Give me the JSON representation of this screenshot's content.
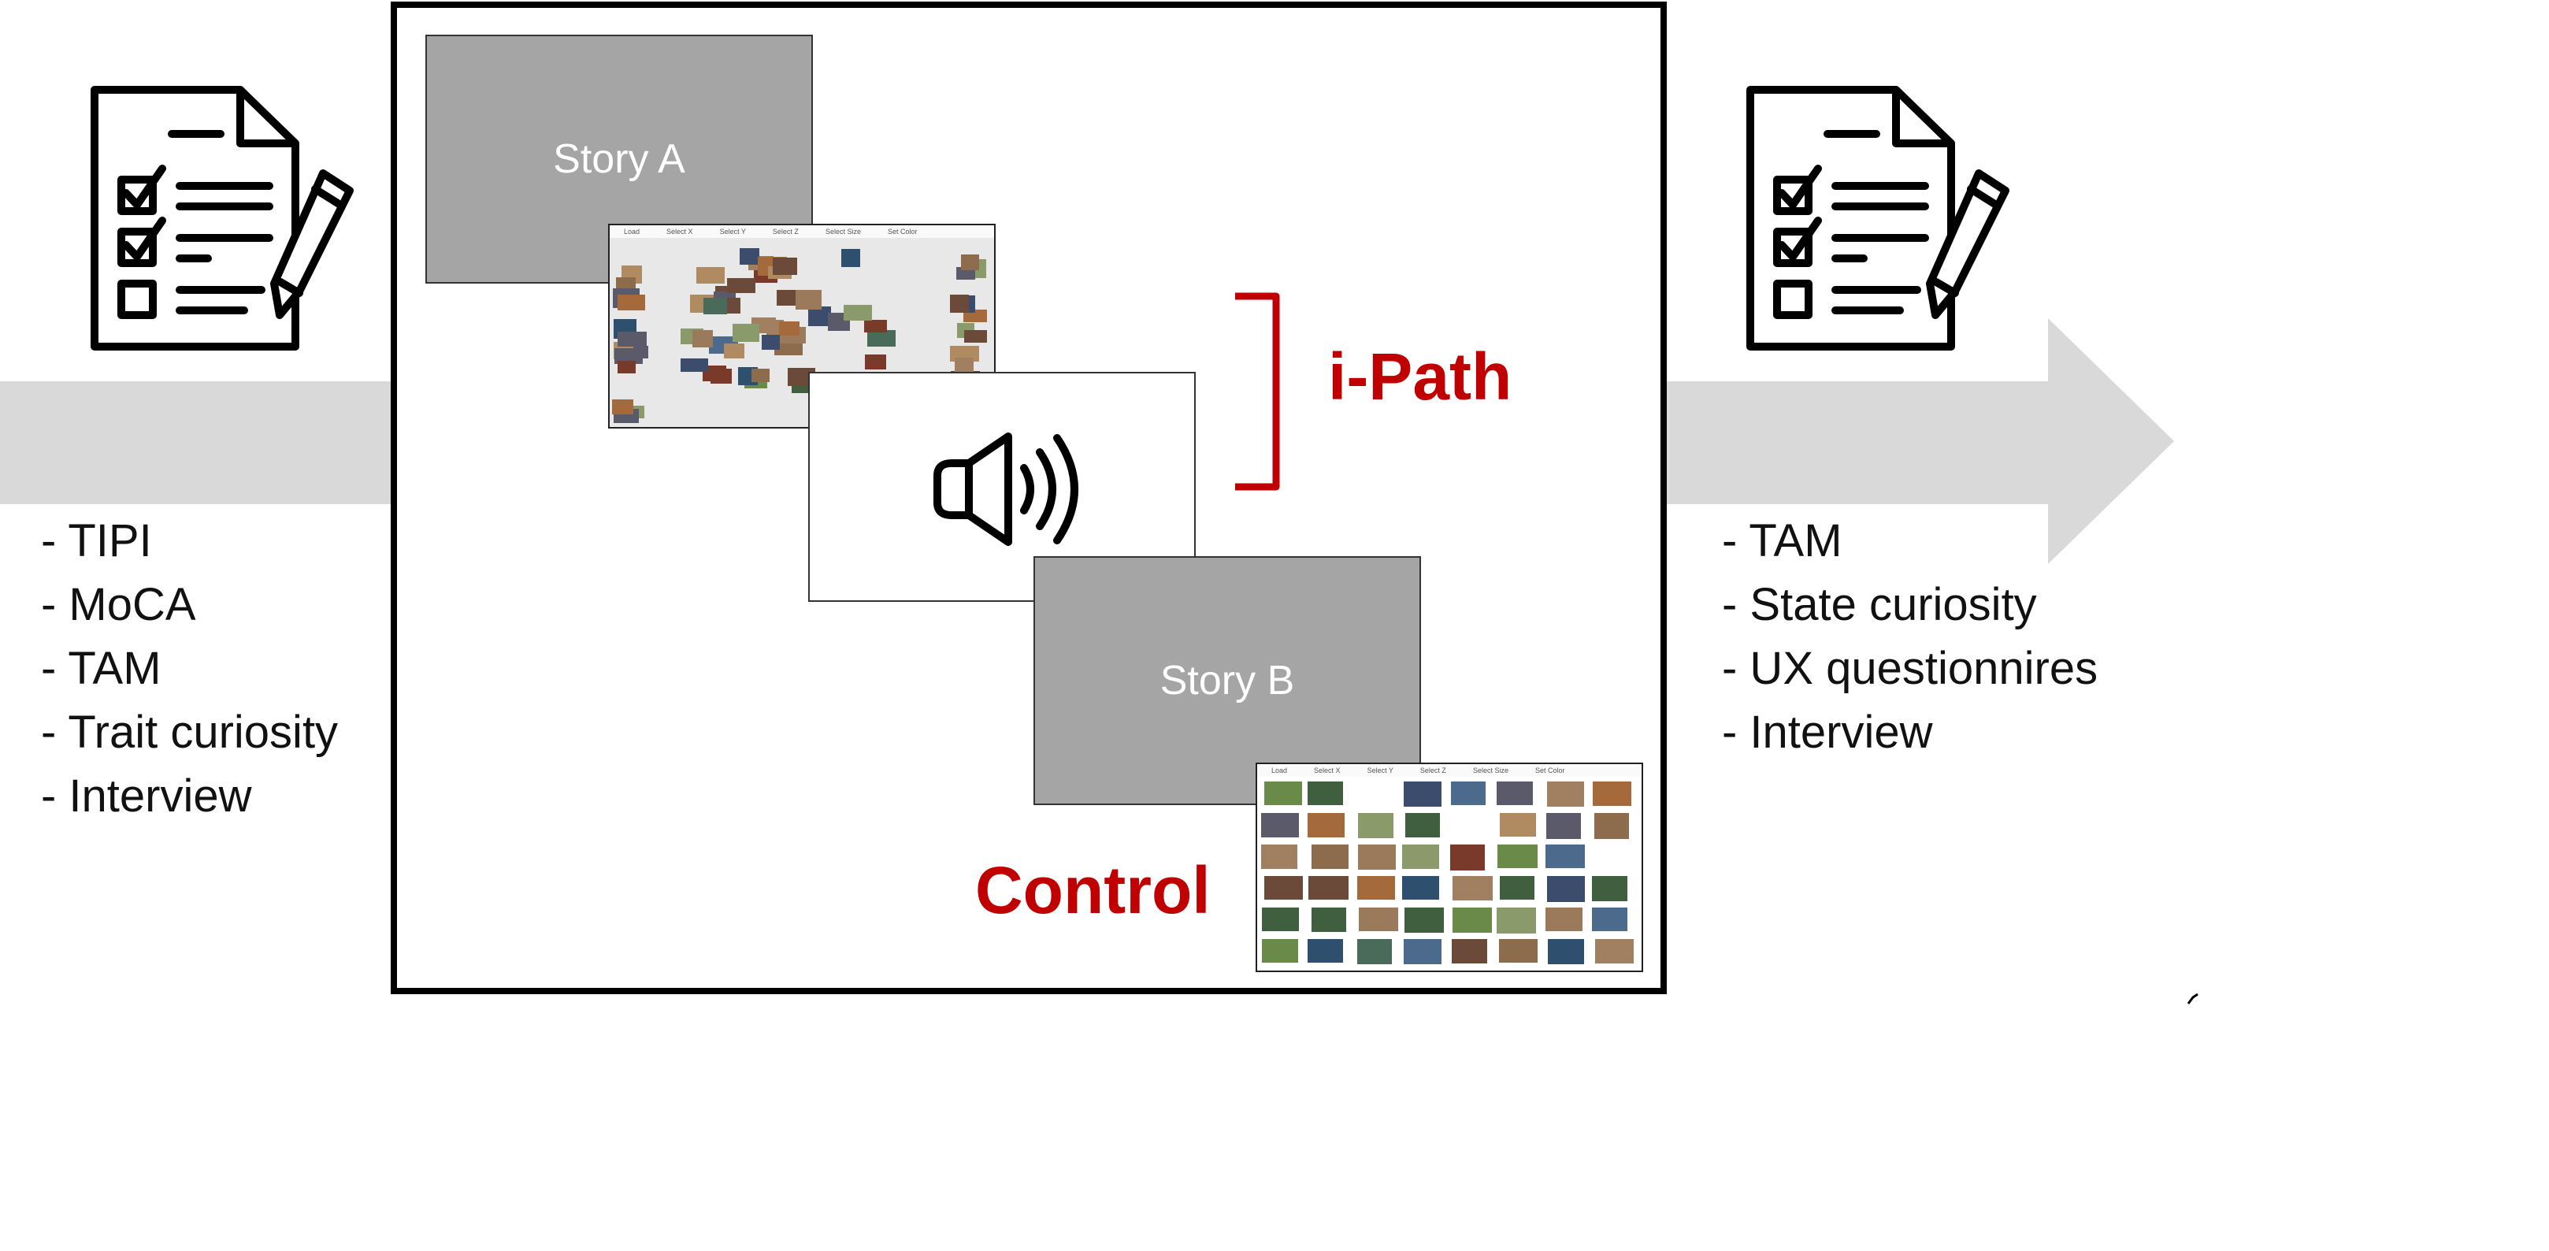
{
  "colors": {
    "accent_red": "#c00000",
    "arrow_gray": "#d9d9d9",
    "story_gray": "#a5a5a5"
  },
  "pre_list": [
    "- TIPI",
    "- MoCA",
    "- TAM",
    "- Trait curiosity",
    "- Interview"
  ],
  "post_list": [
    "- TAM",
    "- State curiosity",
    "- UX questionnires",
    "- Interview"
  ],
  "story_a": "Story A",
  "story_b": "Story B",
  "ipath_label": "i-Path",
  "control_label": "Control",
  "menu_a": [
    "Load",
    "Select X",
    "Select Y",
    "Select Z",
    "Select Size",
    "Set Color"
  ],
  "menu_b": [
    "Load",
    "Select X",
    "Select Y",
    "Select Z",
    "Select Size",
    "Set Color"
  ],
  "icons": {
    "checklist_left": "checklist-pencil-icon",
    "checklist_right": "checklist-pencil-icon",
    "audio": "speaker-icon"
  }
}
